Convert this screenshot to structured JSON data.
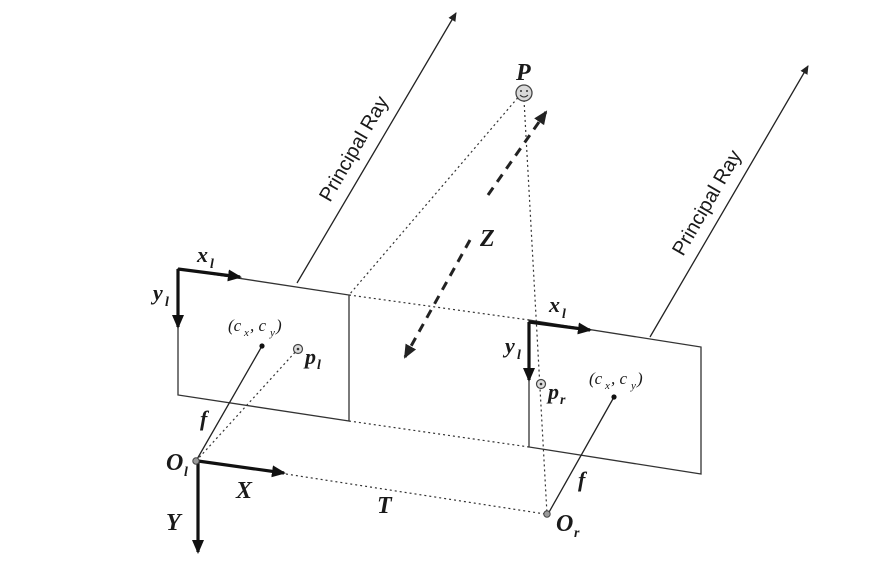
{
  "labels": {
    "point_P": "P",
    "depth_Z": "Z",
    "baseline_T": "T",
    "principal_ray_left": "Principal Ray",
    "principal_ray_right": "Principal Ray",
    "left_x": "x",
    "left_x_sub": "l",
    "left_y": "y",
    "left_y_sub": "l",
    "right_x": "x",
    "right_x_sub": "l",
    "right_y": "y",
    "right_y_sub": "l",
    "left_center_open": "(c",
    "left_center_x_sub": "x",
    "left_center_sep": ", c",
    "left_center_y_sub": "y",
    "left_center_close": ")",
    "right_center_open": "(c",
    "right_center_x_sub": "x",
    "right_center_sep": ", c",
    "right_center_y_sub": "y",
    "right_center_close": ")",
    "left_point": "p",
    "left_point_sub": "l",
    "right_point": "p",
    "right_point_sub": "r",
    "left_focal": "f",
    "right_focal": "f",
    "left_origin": "O",
    "left_origin_sub": "l",
    "right_origin": "O",
    "right_origin_sub": "r",
    "world_X": "X",
    "world_Y": "Y"
  }
}
